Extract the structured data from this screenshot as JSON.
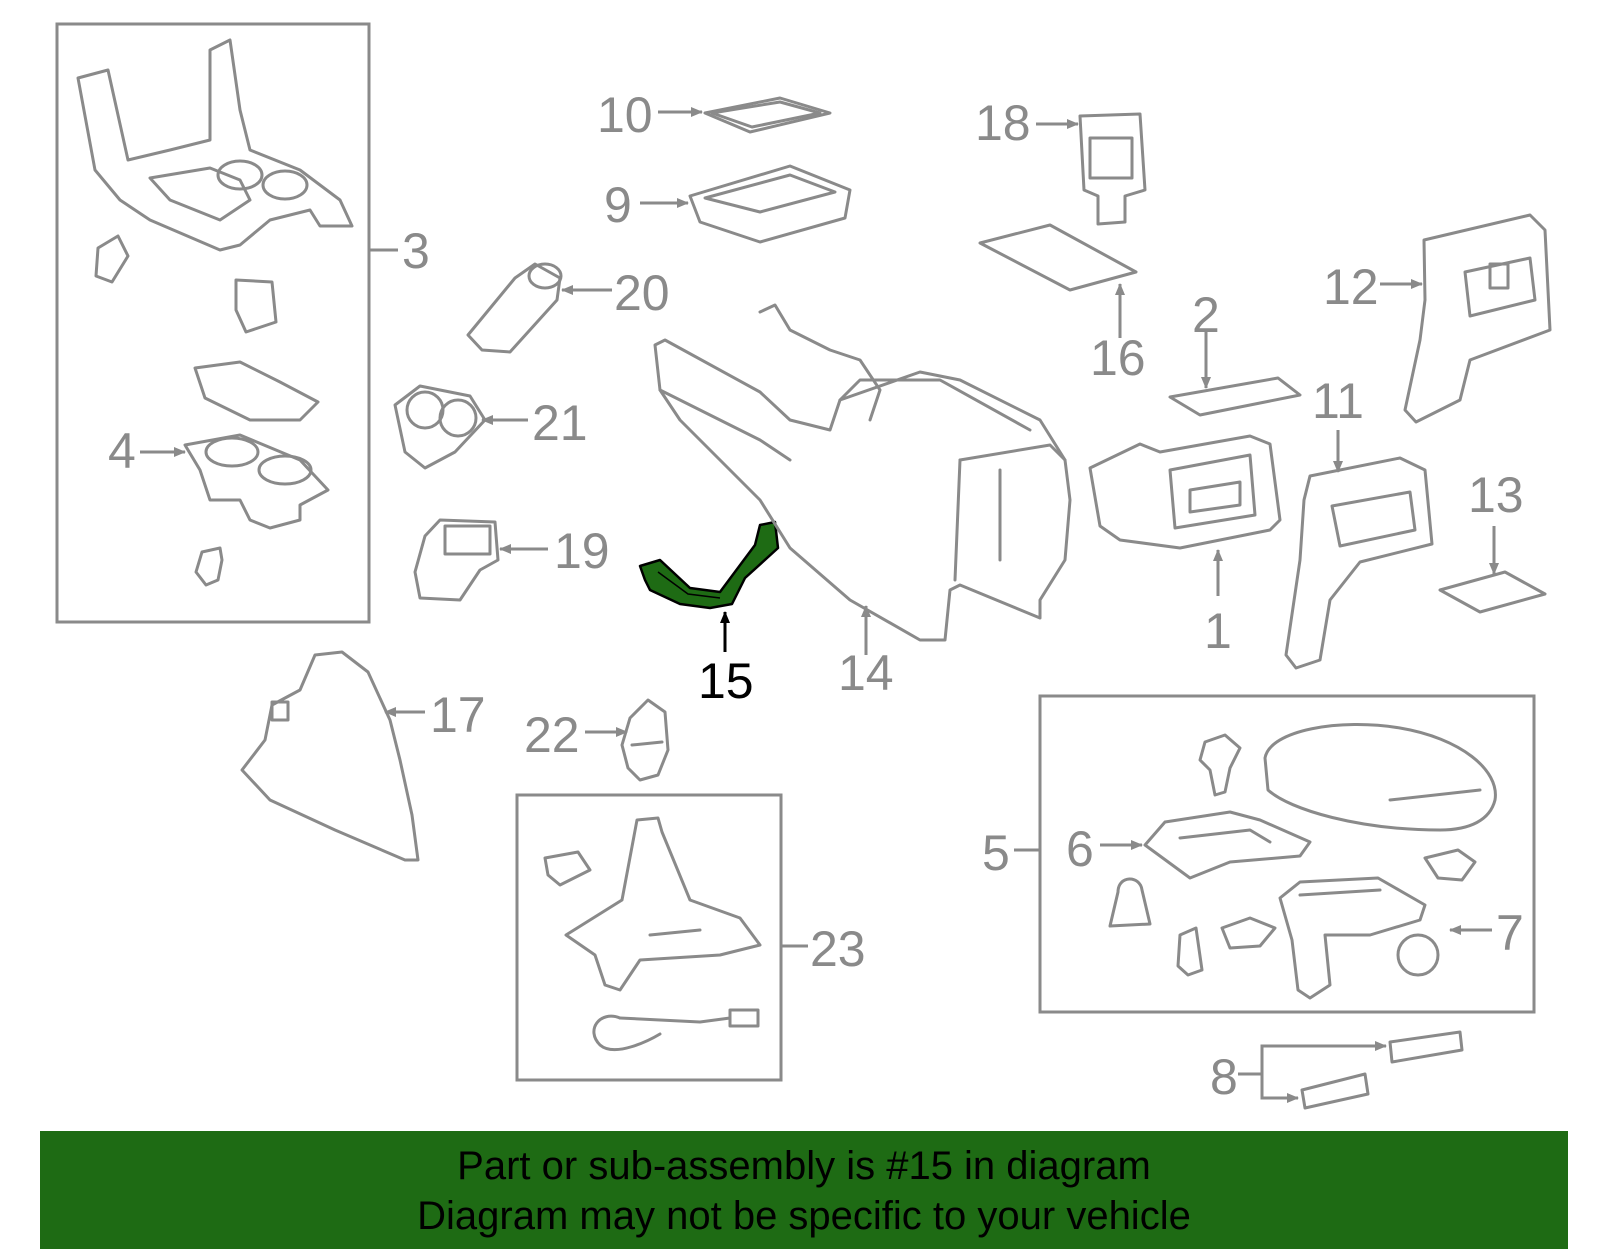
{
  "labels": {
    "p1": "1",
    "p2": "2",
    "p3": "3",
    "p4": "4",
    "p5": "5",
    "p6": "6",
    "p7": "7",
    "p8": "8",
    "p9": "9",
    "p10": "10",
    "p11": "11",
    "p12": "12",
    "p13": "13",
    "p14": "14",
    "p15": "15",
    "p16": "16",
    "p17": "17",
    "p18": "18",
    "p19": "19",
    "p20": "20",
    "p21": "21",
    "p22": "22",
    "p23": "23"
  },
  "highlight": {
    "part": "15",
    "color": "#1e6b14"
  },
  "colors": {
    "line": "#8a8a8a",
    "highlight_part": "#1e6b14",
    "banner_bg": "#1e6b14",
    "banner_text": "#000000"
  },
  "banner": {
    "line1": "Part or sub-assembly is #15 in diagram",
    "line2": "Diagram may not be specific to your vehicle"
  }
}
